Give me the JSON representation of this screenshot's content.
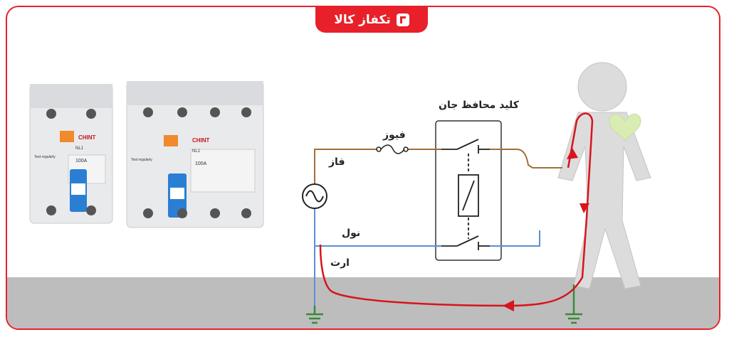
{
  "brand": {
    "logo_text": "تکفاز کالا",
    "accent_color": "#e8202a"
  },
  "device": {
    "brand_text": "CHINT",
    "model_text": "NL1",
    "rating_text": "100A",
    "test_text": "Test regularly"
  },
  "labels": {
    "rcd_switch": "کلید محافظ جان",
    "fuse": "فیوز",
    "phase": "فاز",
    "neutral": "نول",
    "earth": "ارت"
  },
  "colors": {
    "phase_wire": "#a0703a",
    "neutral_wire": "#5b8fd6",
    "fault_current": "#d8141c",
    "earth_wire": "#3a8a3a"
  }
}
